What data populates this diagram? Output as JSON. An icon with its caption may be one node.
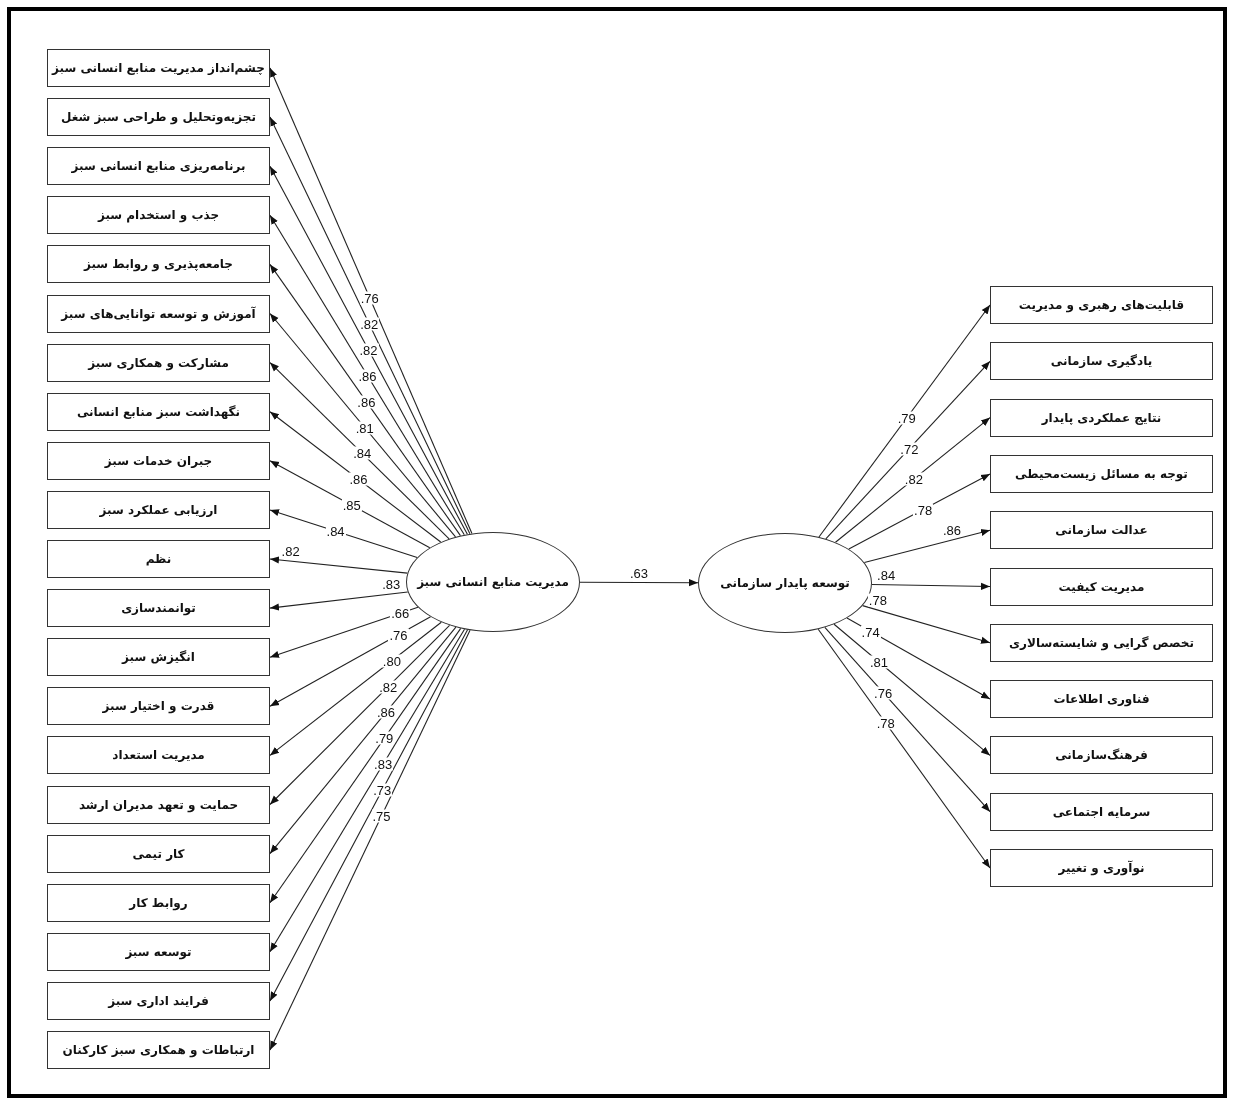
{
  "diagram": {
    "nodes": [
      {
        "text": [
          "چشم‌انداز مدیریت منابع انسانی سبز"
        ]
      },
      {
        "text": [
          "تجزیه‌وتحلیل و طراحی سبز شغل"
        ]
      },
      {
        "text": [
          "برنامه‌ریزی منابع انسانی سبز"
        ]
      },
      {
        "text": [
          "جذب و استخدام سبز"
        ]
      },
      {
        "text": [
          "جامعه‌پذیری و روابط سبز"
        ]
      },
      {
        "text": [
          "آموزش و توسعه توانایی‌های سبز"
        ]
      },
      {
        "text": [
          "مشارکت و همکاری سبز"
        ]
      },
      {
        "text": [
          "نگهداشت سبز منابع انسانی"
        ]
      },
      {
        "text": [
          "جبران خدمات سبز"
        ]
      },
      {
        "text": [
          "ارزیابی عملکرد سبز"
        ]
      },
      {
        "text": [
          "نظم"
        ]
      },
      {
        "text": [
          "توانمندسازی"
        ]
      },
      {
        "text": [
          "انگیزش سبز"
        ]
      },
      {
        "text": [
          "قدرت و اختیار سبز"
        ]
      },
      {
        "text": [
          "مدیریت استعداد"
        ]
      },
      {
        "text": [
          "حمایت و تعهد مدیران ارشد"
        ]
      },
      {
        "text": [
          "کار تیمی"
        ]
      },
      {
        "text": [
          "روابط کار"
        ]
      },
      {
        "text": [
          "توسعه سبز"
        ]
      },
      {
        "text": [
          "فرایند اداری سبز"
        ]
      },
      {
        "text": [
          "ارتباطات و همکاری سبز کارکنان"
        ]
      },
      {
        "text": [
          "مدیریت منابع انسانی سبز"
        ]
      },
      {
        "text": [
          "توسعه پایدار سازمانی"
        ]
      },
      {
        "text": [
          "قابلیت‌های رهبری و مدیریت"
        ]
      },
      {
        "text": [
          "یادگیری سازمانی"
        ]
      },
      {
        "text": [
          "نتایج عملکردی پایدار"
        ]
      },
      {
        "text": [
          "توجه به مسائل زیست‌محیطی"
        ]
      },
      {
        "text": [
          "عدالت سازمانی"
        ]
      },
      {
        "text": [
          "مدیریت کیفیت"
        ]
      },
      {
        "text": [
          "تخصص گرایی و شایسته‌سالاری"
        ]
      },
      {
        "text": [
          "فناوری اطلاعات"
        ]
      },
      {
        "text": [
          "فرهنگ‌سازمانی"
        ]
      },
      {
        "text": [
          "سرمایه اجتماعی"
        ]
      },
      {
        "text": [
          "نوآوری و تغییر"
        ]
      }
    ],
    "edges": [
      {
        "from": 21,
        "to": 0,
        "arrow": "to",
        "label": ".76"
      },
      {
        "from": 21,
        "to": 1,
        "arrow": "to",
        "label": ".82"
      },
      {
        "from": 21,
        "to": 2,
        "arrow": "to",
        "label": ".82"
      },
      {
        "from": 21,
        "to": 3,
        "arrow": "to",
        "label": ".86"
      },
      {
        "from": 21,
        "to": 4,
        "arrow": "to",
        "label": ".86"
      },
      {
        "from": 21,
        "to": 5,
        "arrow": "to",
        "label": ".81"
      },
      {
        "from": 21,
        "to": 6,
        "arrow": "to",
        "label": ".84"
      },
      {
        "from": 21,
        "to": 7,
        "arrow": "to",
        "label": ".86"
      },
      {
        "from": 21,
        "to": 8,
        "arrow": "to",
        "label": ".85"
      },
      {
        "from": 21,
        "to": 9,
        "arrow": "to",
        "label": ".84"
      },
      {
        "from": 21,
        "to": 10,
        "arrow": "to",
        "label": ".82"
      },
      {
        "from": 21,
        "to": 11,
        "arrow": "to",
        "label": ".83"
      },
      {
        "from": 21,
        "to": 12,
        "arrow": "to",
        "label": ".66"
      },
      {
        "from": 21,
        "to": 13,
        "arrow": "to",
        "label": ".76"
      },
      {
        "from": 21,
        "to": 14,
        "arrow": "to",
        "label": ".80"
      },
      {
        "from": 21,
        "to": 15,
        "arrow": "to",
        "label": ".82"
      },
      {
        "from": 21,
        "to": 16,
        "arrow": "to",
        "label": ".86"
      },
      {
        "from": 21,
        "to": 17,
        "arrow": "to",
        "label": ".79"
      },
      {
        "from": 21,
        "to": 18,
        "arrow": "to",
        "label": ".83"
      },
      {
        "from": 21,
        "to": 19,
        "arrow": "to",
        "label": ".73"
      },
      {
        "from": 21,
        "to": 20,
        "arrow": "to",
        "label": ".75"
      },
      {
        "from": 21,
        "to": 22,
        "arrow": "to",
        "label": ".63"
      },
      {
        "from": 22,
        "to": 23,
        "arrow": "to",
        "label": ".79"
      },
      {
        "from": 22,
        "to": 24,
        "arrow": "to",
        "label": ".72"
      },
      {
        "from": 22,
        "to": 25,
        "arrow": "to",
        "label": ".82"
      },
      {
        "from": 22,
        "to": 26,
        "arrow": "to",
        "label": ".78"
      },
      {
        "from": 22,
        "to": 27,
        "arrow": "to",
        "label": ".86"
      },
      {
        "from": 22,
        "to": 28,
        "arrow": "to",
        "label": ".84"
      },
      {
        "from": 22,
        "to": 29,
        "arrow": "to",
        "label": ".78"
      },
      {
        "from": 22,
        "to": 30,
        "arrow": "to",
        "label": ".74"
      },
      {
        "from": 22,
        "to": 31,
        "arrow": "to",
        "label": ".81"
      },
      {
        "from": 22,
        "to": 32,
        "arrow": "to",
        "label": ".76"
      },
      {
        "from": 22,
        "to": 33,
        "arrow": "to",
        "label": ".78"
      }
    ]
  }
}
